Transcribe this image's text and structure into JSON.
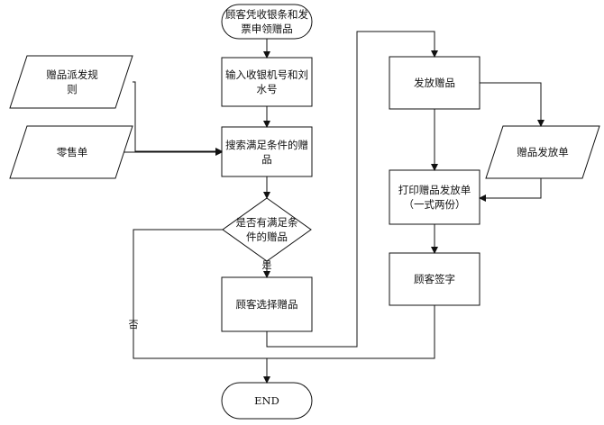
{
  "nodes": {
    "start": "顾客凭收银条和发\n票申领赠品",
    "input_receipt": "输入收银机号和刘\n水号",
    "search_gifts": "搜索满足条件的赠\n品",
    "decision_qualified": "是否有满足条\n件的赠品",
    "choose_gift": "顾客选择赠品",
    "issue_gift": "发放赠品",
    "print_slip": "打印赠品发放单\n（一式两份）",
    "customer_sign": "顾客签字",
    "end": "END"
  },
  "inputs": {
    "gift_rules": "赠品派发规\n则",
    "retail_slip": "零售单",
    "gift_slip": "赠品发放单"
  },
  "edge_labels": {
    "yes": "是",
    "no": "否"
  }
}
